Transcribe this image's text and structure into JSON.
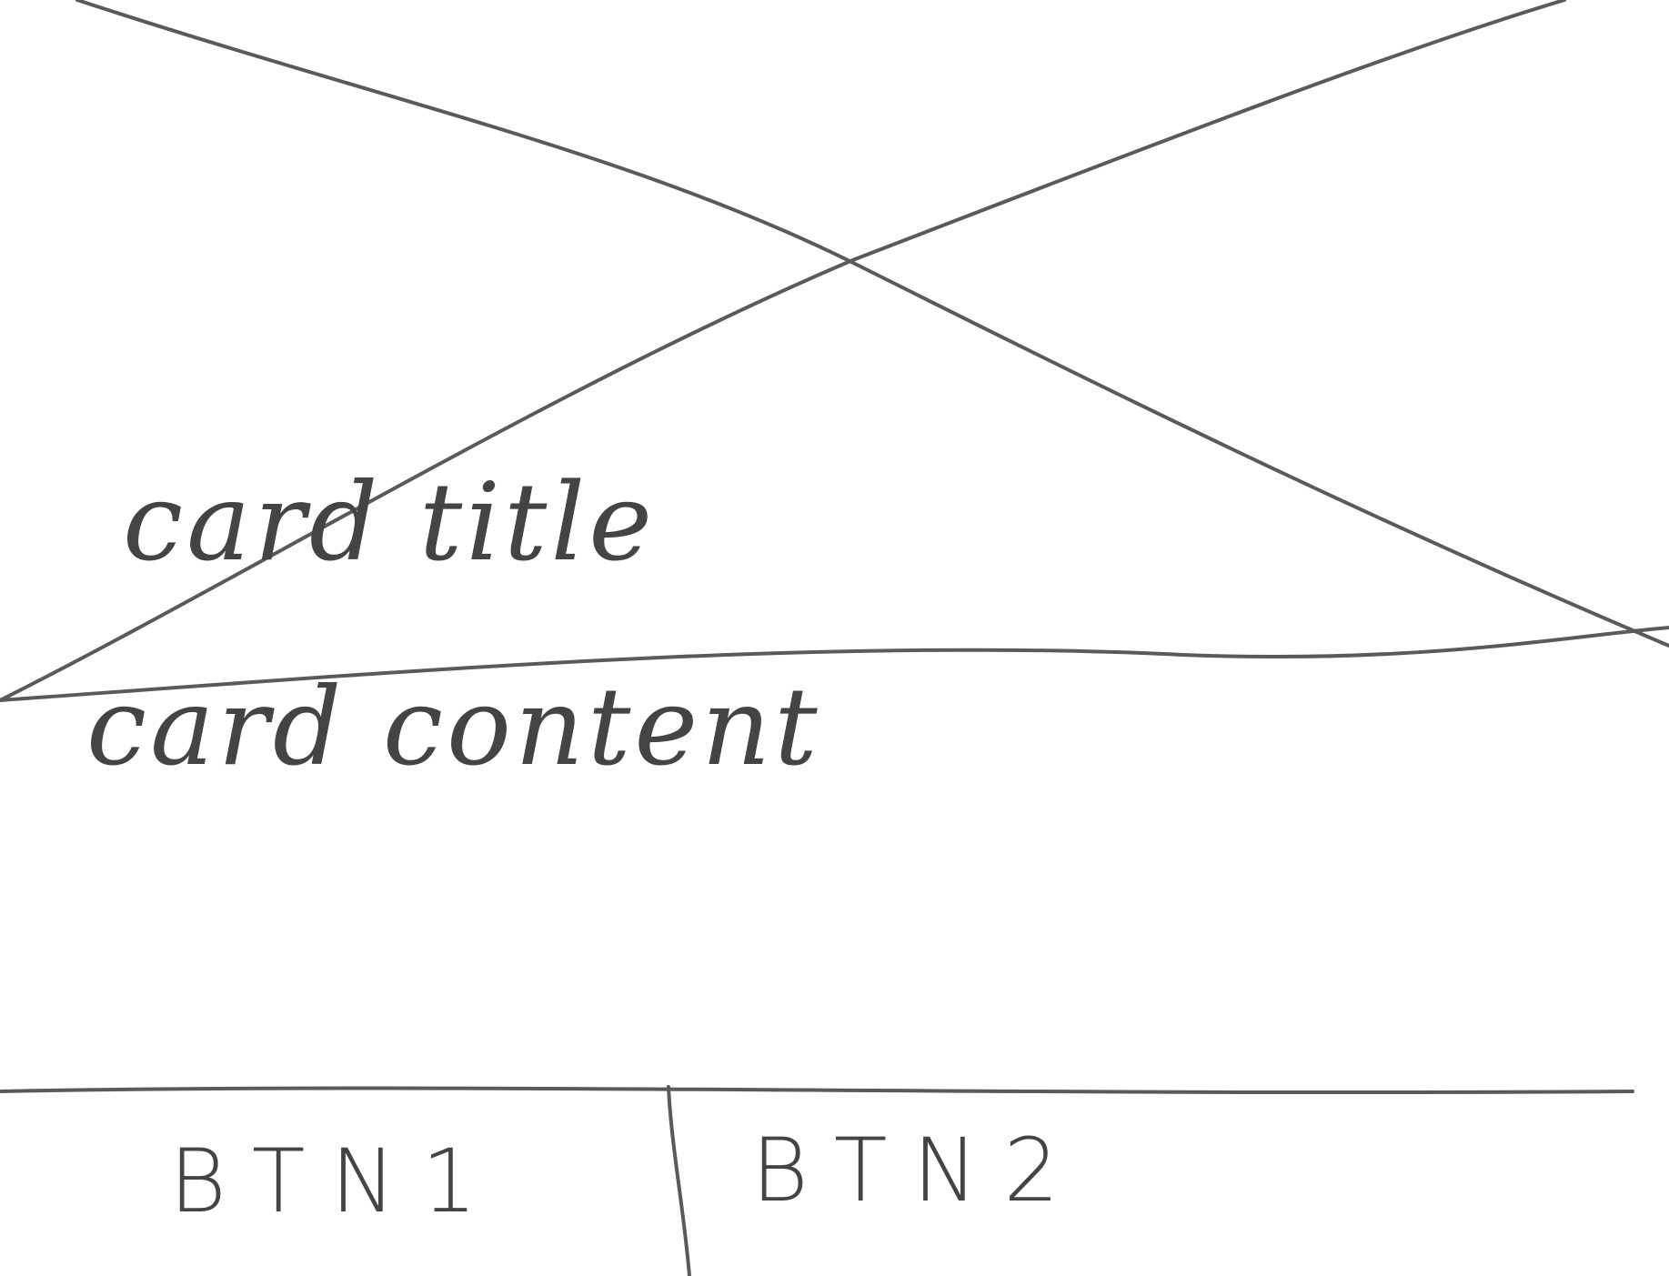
{
  "card": {
    "title": "card title",
    "content": "card content"
  },
  "actions": {
    "btn1_label": "BTN1",
    "btn2_label": "BTN2"
  },
  "colors": {
    "stroke": "#5a5a5a",
    "background": "#ffffff"
  },
  "image_placeholder": {
    "icon": "crossed-box-image-placeholder-icon"
  }
}
